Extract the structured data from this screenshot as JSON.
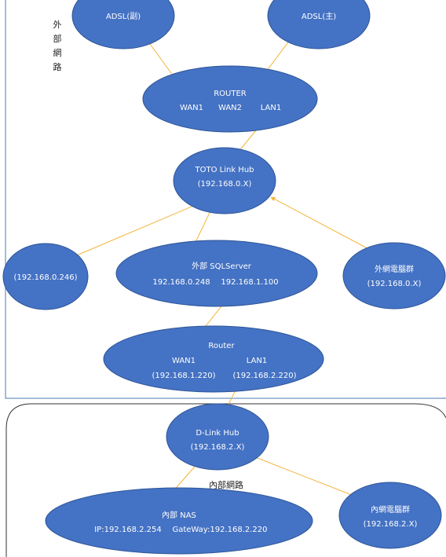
{
  "colors": {
    "node_fill": "#4472c4",
    "node_stroke": "#2f5597",
    "connector": "#f2b53a",
    "boundary_external": "#4a7ab0",
    "boundary_internal": "#333333"
  },
  "labels": {
    "external_network": [
      "外",
      "部",
      "網",
      "路"
    ],
    "internal_network": "內部網路"
  },
  "nodes": {
    "adsl_backup": {
      "title": "ADSL(副)"
    },
    "adsl_main": {
      "title": "ADSL(主)"
    },
    "router_top": {
      "title": "ROUTER",
      "port1": "WAN1",
      "port2": "WAN2",
      "port3": "LAN1"
    },
    "toto_hub": {
      "title": "TOTO Link Hub",
      "ip": "(192.168.0.X)"
    },
    "host_246": {
      "title": "(192.168.0.246)"
    },
    "sqlserver": {
      "title": "外部 SQLServer",
      "ip1": "192.168.0.248",
      "ip2": "192.168.1.100"
    },
    "external_pcs": {
      "title": "外網電腦群",
      "ip": "(192.168.0.X)"
    },
    "router_mid": {
      "title": "Router",
      "port1": "WAN1",
      "port2": "LAN1",
      "ip1": "(192.168.1.220)",
      "ip2": "(192.168.2.220)"
    },
    "dlink_hub": {
      "title": "D-Link Hub",
      "ip": "(192.168.2.X)"
    },
    "nas": {
      "title": "內部 NAS",
      "ip": "IP:192.168.2.254",
      "gateway": "GateWay:192.168.2.220"
    },
    "internal_pcs": {
      "title": "內網電腦群",
      "ip": "(192.168.2.X)"
    }
  }
}
